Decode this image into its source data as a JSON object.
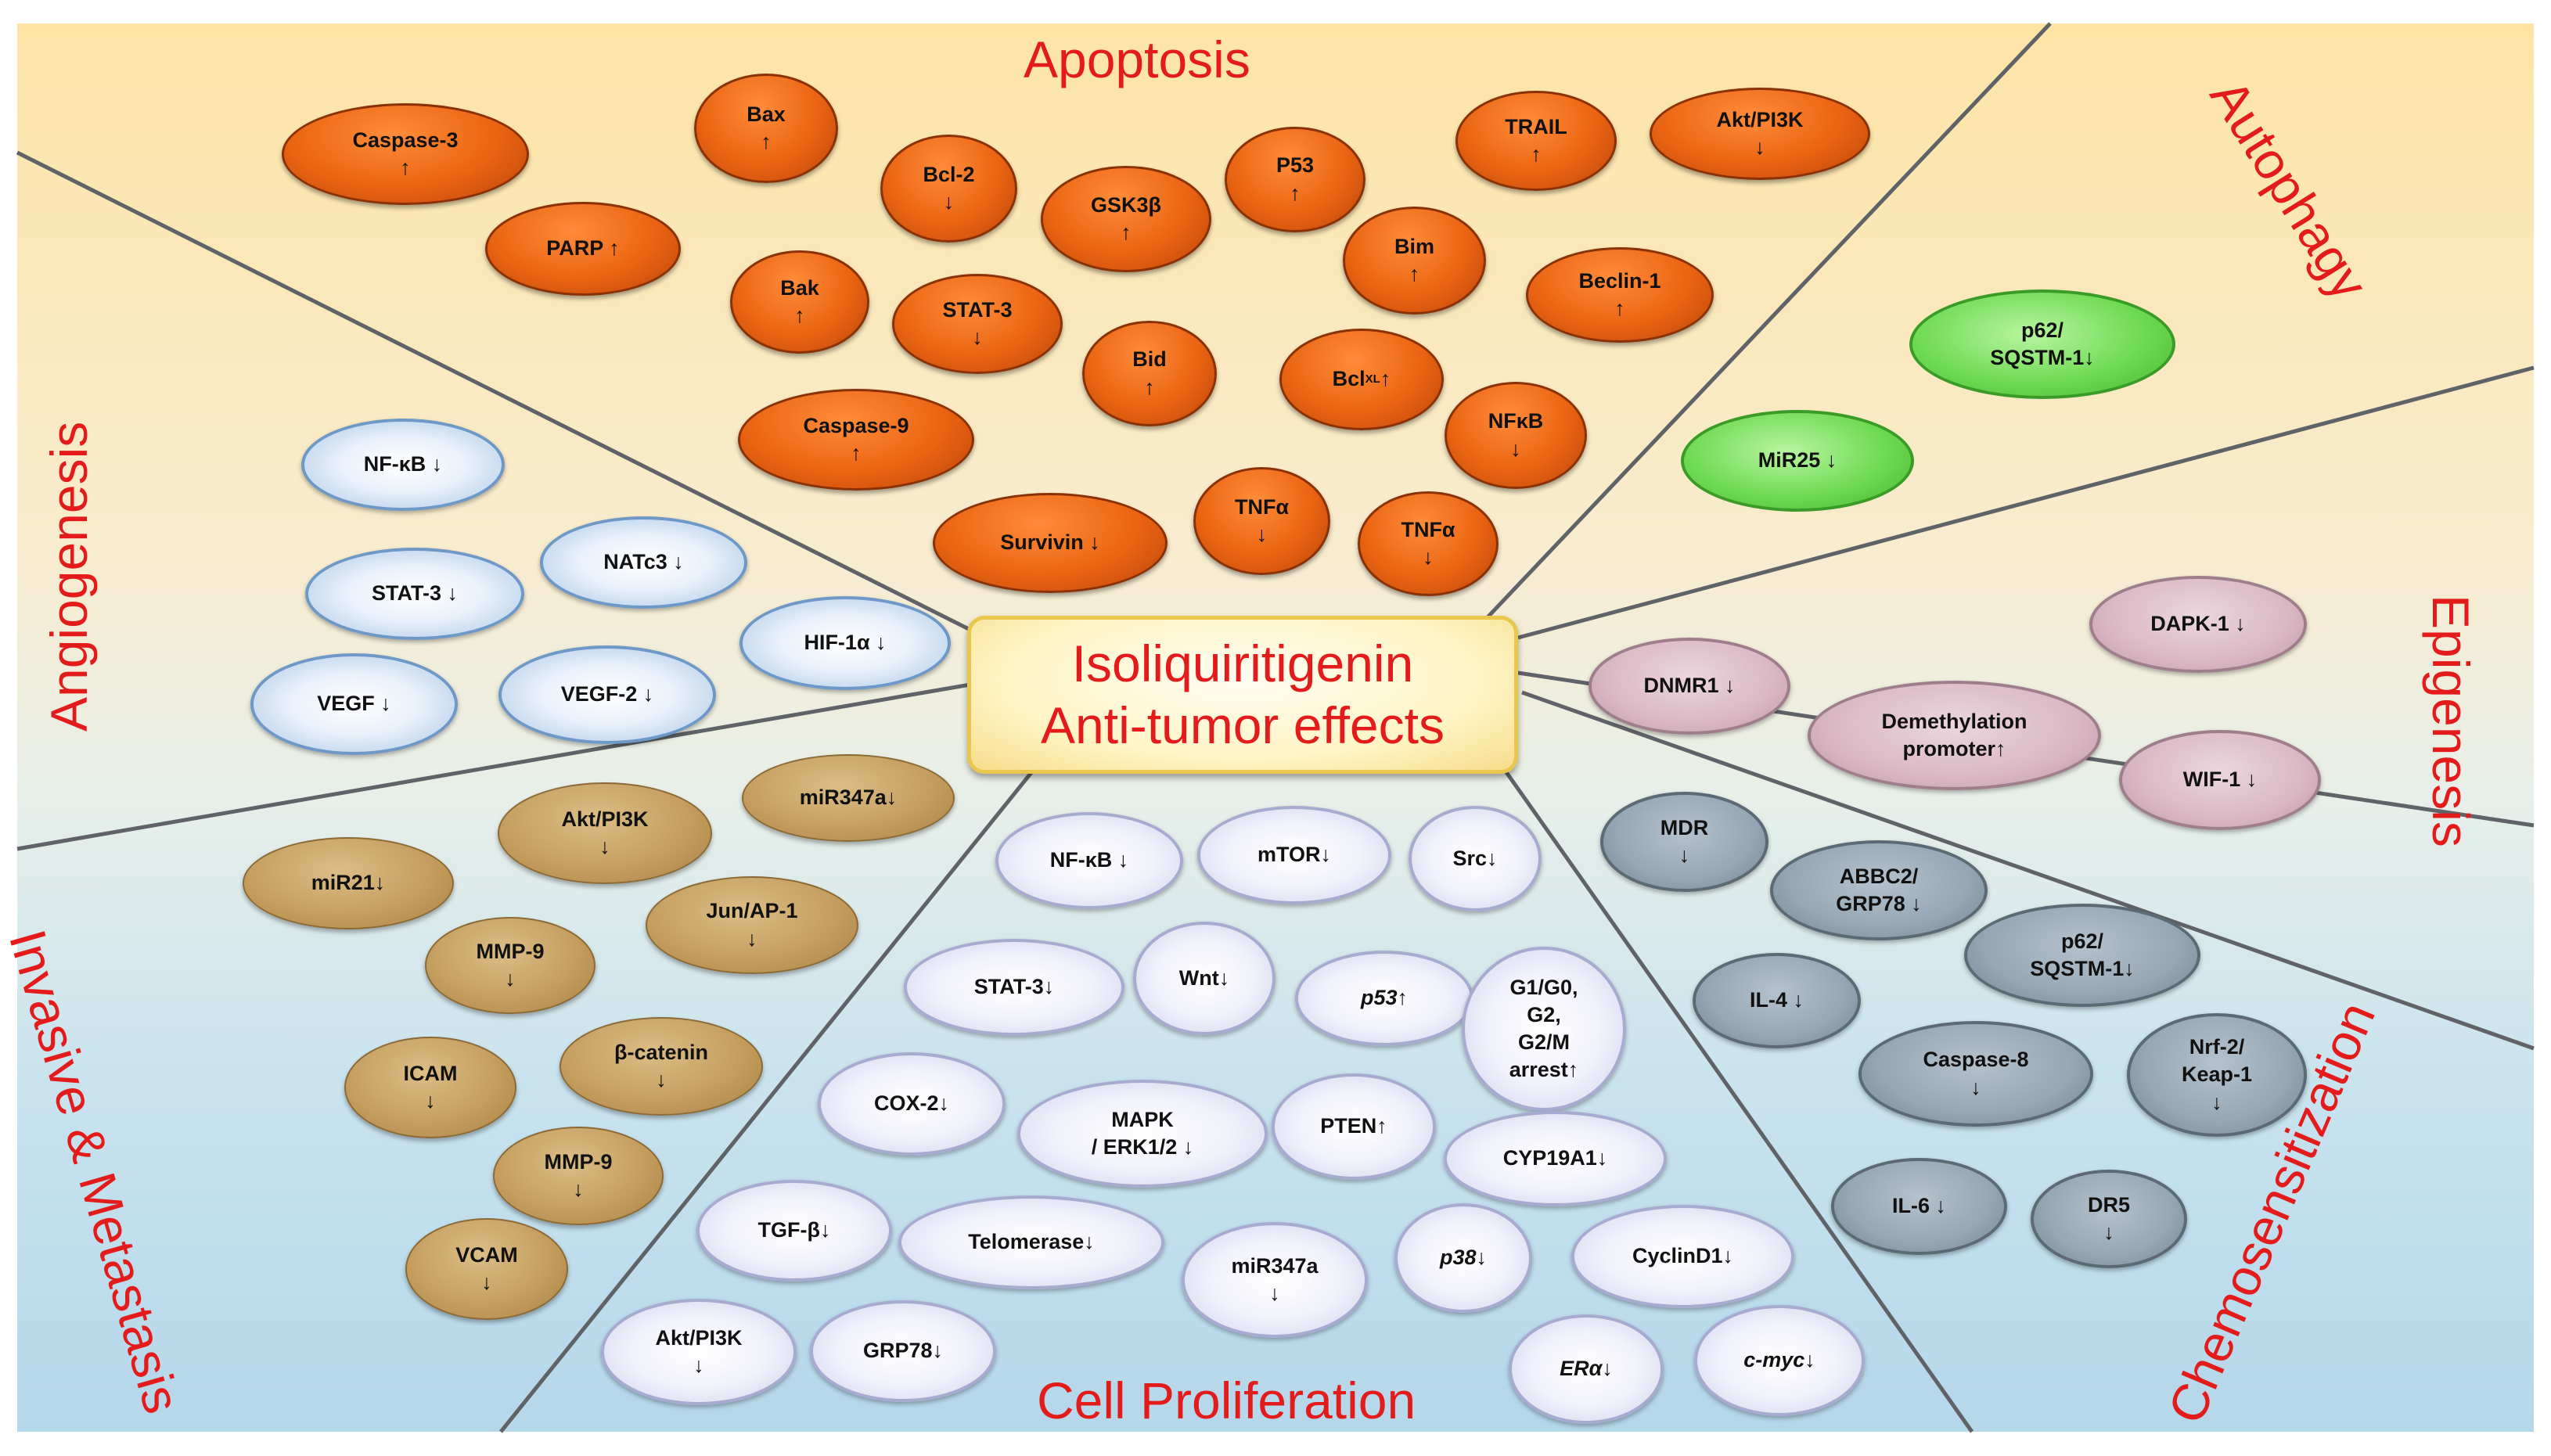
{
  "center": {
    "line1": "Isoliquiritigenin",
    "line2": "Anti-tumor effects"
  },
  "sections": {
    "apoptosis": "Apoptosis",
    "autophagy": "Autophagy",
    "epigenesis": "Epigenesis",
    "chemosensitization": "Chemosensitization",
    "cell_proliferation": "Cell Proliferation",
    "invasive_metastasis": "Invasive & Metastasis",
    "angiogenesis": "Angiogenesis"
  },
  "colors": {
    "apoptosis_node": "#ea6412",
    "autophagy_node": "#70db55",
    "angiogenesis_node": "#a8c6e6",
    "invasive_node": "#c39c5d",
    "proliferation_node": "#e9ecf8",
    "epigenesis_node": "#d9b8c4",
    "chemosensitization_node": "#95a6b4",
    "title_text": "#e31b1b",
    "warm_background": "#fbe7b4",
    "cool_background": "#bcdbea"
  },
  "apoptosis": {
    "caspase3": "Caspase-3\n↑",
    "bax": "Bax\n↑",
    "parp": "PARP ↑",
    "bcl2": "Bcl-2\n↓",
    "gsk3b": "GSK3β\n↑",
    "p53": "P53\n↑",
    "trail": "TRAIL\n↑",
    "akt_pi3k": "Akt/PI3K\n↓",
    "bak": "Bak\n↑",
    "stat3": "STAT-3\n↓",
    "bim": "Bim\n↑",
    "beclin1": "Beclin-1\n↑",
    "bid": "Bid\n↑",
    "bclxl_main": "Bcl",
    "bclxl_sub": "XL",
    "bclxl_arrow": "↑",
    "caspase9": "Caspase-9\n↑",
    "nfkb": "NFκB\n↓",
    "survivin": "Survivin ↓",
    "tnfa1": "TNFα\n↓",
    "tnfa2": "TNFα\n↓"
  },
  "autophagy": {
    "p62": "p62/\nSQSTM-1↓",
    "mir25": "MiR25 ↓"
  },
  "angiogenesis": {
    "nfkb": "NF-κB ↓",
    "stat3": "STAT-3 ↓",
    "natc3": "NATc3 ↓",
    "hif1a": "HIF-1α ↓",
    "vegf": "VEGF ↓",
    "vegf2": "VEGF-2 ↓"
  },
  "invasive": {
    "akt_pi3k": "Akt/PI3K\n↓",
    "mir347a": "miR347a↓",
    "mir21": "miR21↓",
    "jun_ap1": "Jun/AP-1\n↓",
    "mmp9_1": "MMP-9\n↓",
    "icam": "ICAM\n↓",
    "b_catenin": "β-catenin\n↓",
    "mmp9_2": "MMP-9\n↓",
    "vcam": "VCAM\n↓"
  },
  "proliferation": {
    "nfkb": "NF-κB ↓",
    "mtor": "mTOR↓",
    "src": "Src↓",
    "stat3": "STAT-3↓",
    "wnt": "Wnt↓",
    "p53": "p53↑",
    "cell_cycle": "G1/G0,\nG2,\nG2/M\narrest↑",
    "cox2": "COX-2↓",
    "mapk": "MAPK\n/ ERK1/2 ↓",
    "pten": "PTEN↑",
    "cyp19a1": "CYP19A1↓",
    "tgfb": "TGF-β↓",
    "telomerase": "Telomerase↓",
    "mir347a": "miR347a\n↓",
    "p38": "p38↓",
    "cyclind1": "CyclinD1↓",
    "akt_pi3k": "Akt/PI3K\n↓",
    "grp78": "GRP78↓",
    "era": "ERα↓",
    "cmyc": "c-myc↓"
  },
  "epigenesis": {
    "dapk1": "DAPK-1 ↓",
    "dnmr1": "DNMR1 ↓",
    "demethylation": "Demethylation\npromoter↑",
    "wif1": "WIF-1 ↓"
  },
  "chemosensitization": {
    "mdr": "MDR\n↓",
    "abbc2": "ABBC2/\nGRP78 ↓",
    "p62": "p62/\nSQSTM-1↓",
    "il4": "IL-4 ↓",
    "caspase8": "Caspase-8\n↓",
    "nrf2": "Nrf-2/\nKeap-1\n↓",
    "il6": "IL-6 ↓",
    "dr5": "DR5\n↓"
  }
}
